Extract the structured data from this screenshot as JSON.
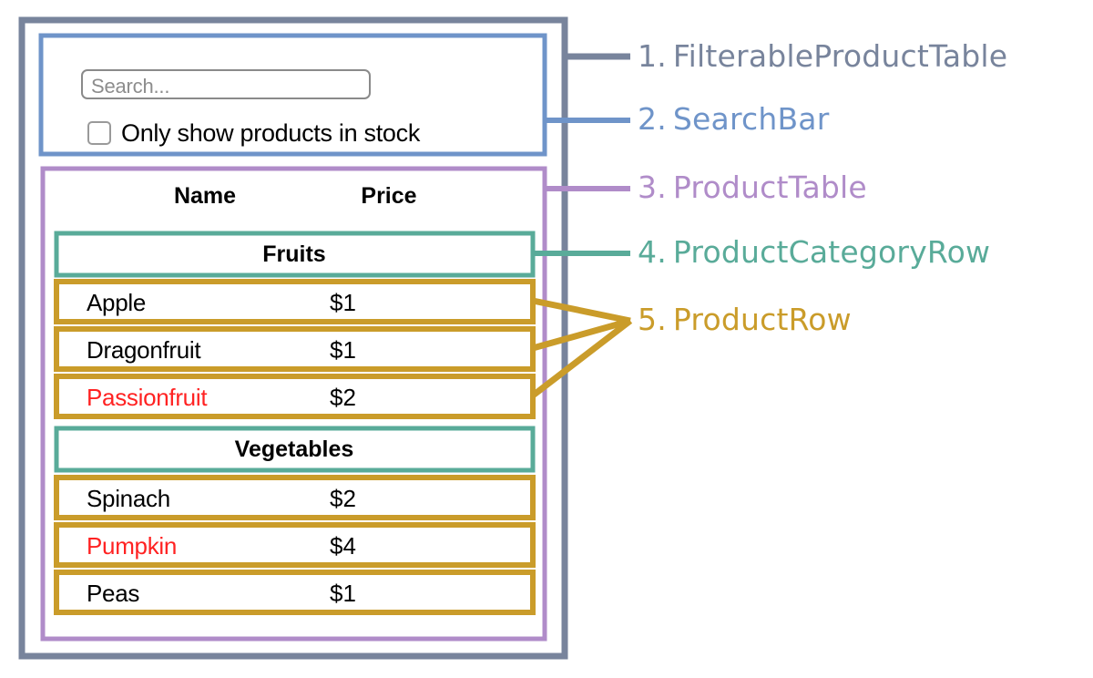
{
  "colors": {
    "outer_gray": "#78849c",
    "searchbar_blue": "#6f94c9",
    "producttable_purple": "#b08cc9",
    "categoryrow_teal": "#59ab99",
    "productrow_gold": "#ca9c2a",
    "out_of_stock_red": "#ff2222",
    "text_black": "#000000",
    "placeholder_gray": "#8d8d8d"
  },
  "searchbar": {
    "search_placeholder": "Search...",
    "checkbox_label": "Only show products in stock",
    "checkbox_checked": false
  },
  "product_table": {
    "columns": [
      "Name",
      "Price"
    ],
    "sections": [
      {
        "category": "Fruits",
        "rows": [
          {
            "name": "Apple",
            "price": "$1",
            "in_stock": true
          },
          {
            "name": "Dragonfruit",
            "price": "$1",
            "in_stock": true
          },
          {
            "name": "Passionfruit",
            "price": "$2",
            "in_stock": false
          }
        ]
      },
      {
        "category": "Vegetables",
        "rows": [
          {
            "name": "Spinach",
            "price": "$2",
            "in_stock": true
          },
          {
            "name": "Pumpkin",
            "price": "$4",
            "in_stock": false
          },
          {
            "name": "Peas",
            "price": "$1",
            "in_stock": true
          }
        ]
      }
    ]
  },
  "legend": [
    {
      "num": "1.",
      "label": "FilterableProductTable",
      "color": "#78849c"
    },
    {
      "num": "2.",
      "label": "SearchBar",
      "color": "#6f94c9"
    },
    {
      "num": "3.",
      "label": "ProductTable",
      "color": "#b08cc9"
    },
    {
      "num": "4.",
      "label": "ProductCategoryRow",
      "color": "#59ab99"
    },
    {
      "num": "5.",
      "label": "ProductRow",
      "color": "#ca9c2a"
    }
  ]
}
